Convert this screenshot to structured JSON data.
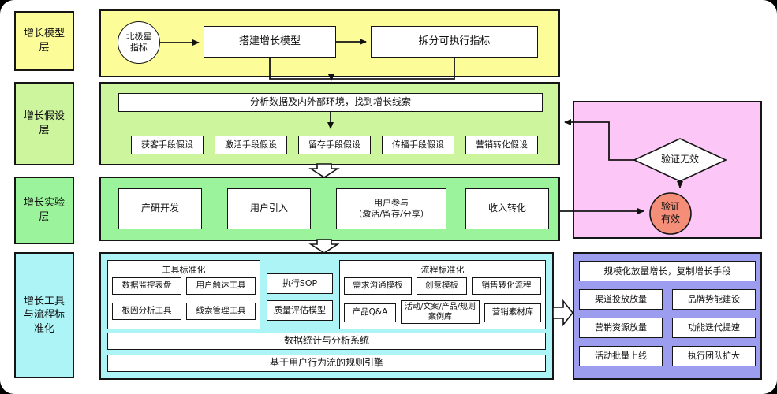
{
  "layers": {
    "model": "增长模型层",
    "hypothesis": "增长假设层",
    "experiment": "增长实验层",
    "standardization": "增长工具与流程标准化"
  },
  "model_layer": {
    "north_star": "北极星\n指标",
    "build_model": "搭建增长模型",
    "split_metric": "拆分可执行指标"
  },
  "hypothesis_layer": {
    "analyze": "分析数据及内外部环境，找到增长线索",
    "items": [
      "获客手段假设",
      "激活手段假设",
      "留存手段假设",
      "传播手段假设",
      "营销转化假设"
    ]
  },
  "experiment_layer": {
    "dev": "产研开发",
    "acquisition": "用户引入",
    "participation": "用户参与\n（激活/留存/分享）",
    "revenue": "收入转化"
  },
  "standardization_layer": {
    "tools": {
      "title": "工具标准化",
      "items": [
        "数据监控表盘",
        "用户触达工具",
        "根因分析工具",
        "线索管理工具"
      ]
    },
    "sop": "执行SOP",
    "quality": "质量评估模型",
    "process": {
      "title": "流程标准化",
      "items": [
        "需求沟通模板",
        "创意模板",
        "销售转化流程",
        "产品Q&A",
        "活动/文案/产品/规则案例库",
        "营销素材库"
      ]
    },
    "systems": [
      "数据统计与分析系统",
      "基于用户行为流的规则引擎"
    ]
  },
  "validation": {
    "invalid": "验证无效",
    "valid": "验证\n有效"
  },
  "scale_layer": {
    "title": "规模化放量增长，复制增长手段",
    "items": [
      "渠道投放放量",
      "品牌势能建设",
      "营销资源放量",
      "功能迭代提速",
      "活动批量上线",
      "执行团队扩大"
    ]
  },
  "colors": {
    "model_layer": "#FCFC99",
    "hypothesis_layer": "#CDF59D",
    "experiment_layer": "#9BF49B",
    "standardization_layer": "#ADF4F6",
    "validation_panel": "#FCC7F7",
    "scale_panel": "#9D9DEF",
    "valid_circle": "#F58E79",
    "line": "#111111"
  }
}
